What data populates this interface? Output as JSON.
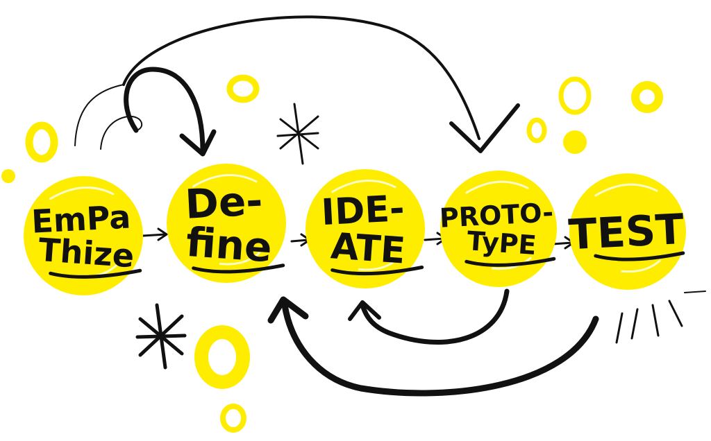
{
  "colors": {
    "accent": "#FFED00",
    "ink": "#111111",
    "background": "#FFFFFF"
  },
  "stages": [
    {
      "id": "empathize",
      "lines": [
        "EmPa",
        "Thize"
      ]
    },
    {
      "id": "define",
      "lines": [
        "De-",
        "fine"
      ]
    },
    {
      "id": "ideate",
      "lines": [
        "IDE-",
        "ATE"
      ]
    },
    {
      "id": "prototype",
      "lines": [
        "PROTO-",
        "TyPE"
      ]
    },
    {
      "id": "test",
      "lines": [
        "TEST"
      ]
    }
  ],
  "decorations": {
    "sparkle_icons": [
      "sparkle-icon",
      "sparkle-icon"
    ],
    "hand_drawn_rings": 9
  }
}
